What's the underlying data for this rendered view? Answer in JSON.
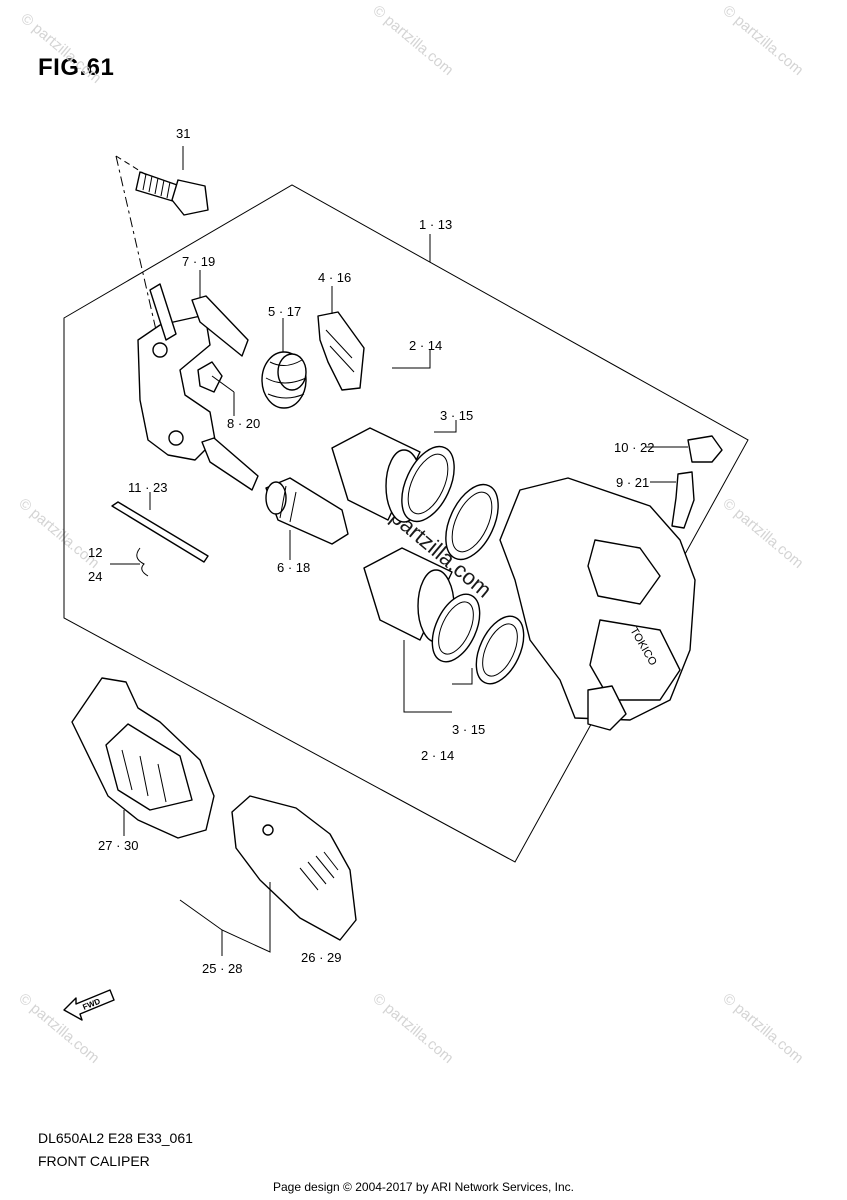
{
  "figure": {
    "title": "FIG.61"
  },
  "labels": {
    "p31": "31",
    "p1_13": "1 · 13",
    "p7_19": "7 · 19",
    "p4_16": "4 · 16",
    "p5_17": "5 · 17",
    "p2_14_top": "2 · 14",
    "p3_15_top": "3 · 15",
    "p8_20": "8 · 20",
    "p10_22": "10 · 22",
    "p9_21": "9 · 21",
    "p11_23": "11 · 23",
    "p12": "12",
    "p24": "24",
    "p6_18": "6 · 18",
    "p3_15_bot": "3 · 15",
    "p2_14_bot": "2 · 14",
    "p27_30": "27 · 30",
    "p26_29": "26 · 29",
    "p25_28": "25 · 28",
    "fwd": "FWD",
    "brand": "TOKICO"
  },
  "watermark": {
    "text": "© partzilla.com",
    "center": "© partzilla.com"
  },
  "footer": {
    "code": "DL650AL2 E28 E33_061",
    "name": "FRONT CALIPER"
  },
  "credit": "Page design © 2004-2017 by ARI Network Services, Inc."
}
